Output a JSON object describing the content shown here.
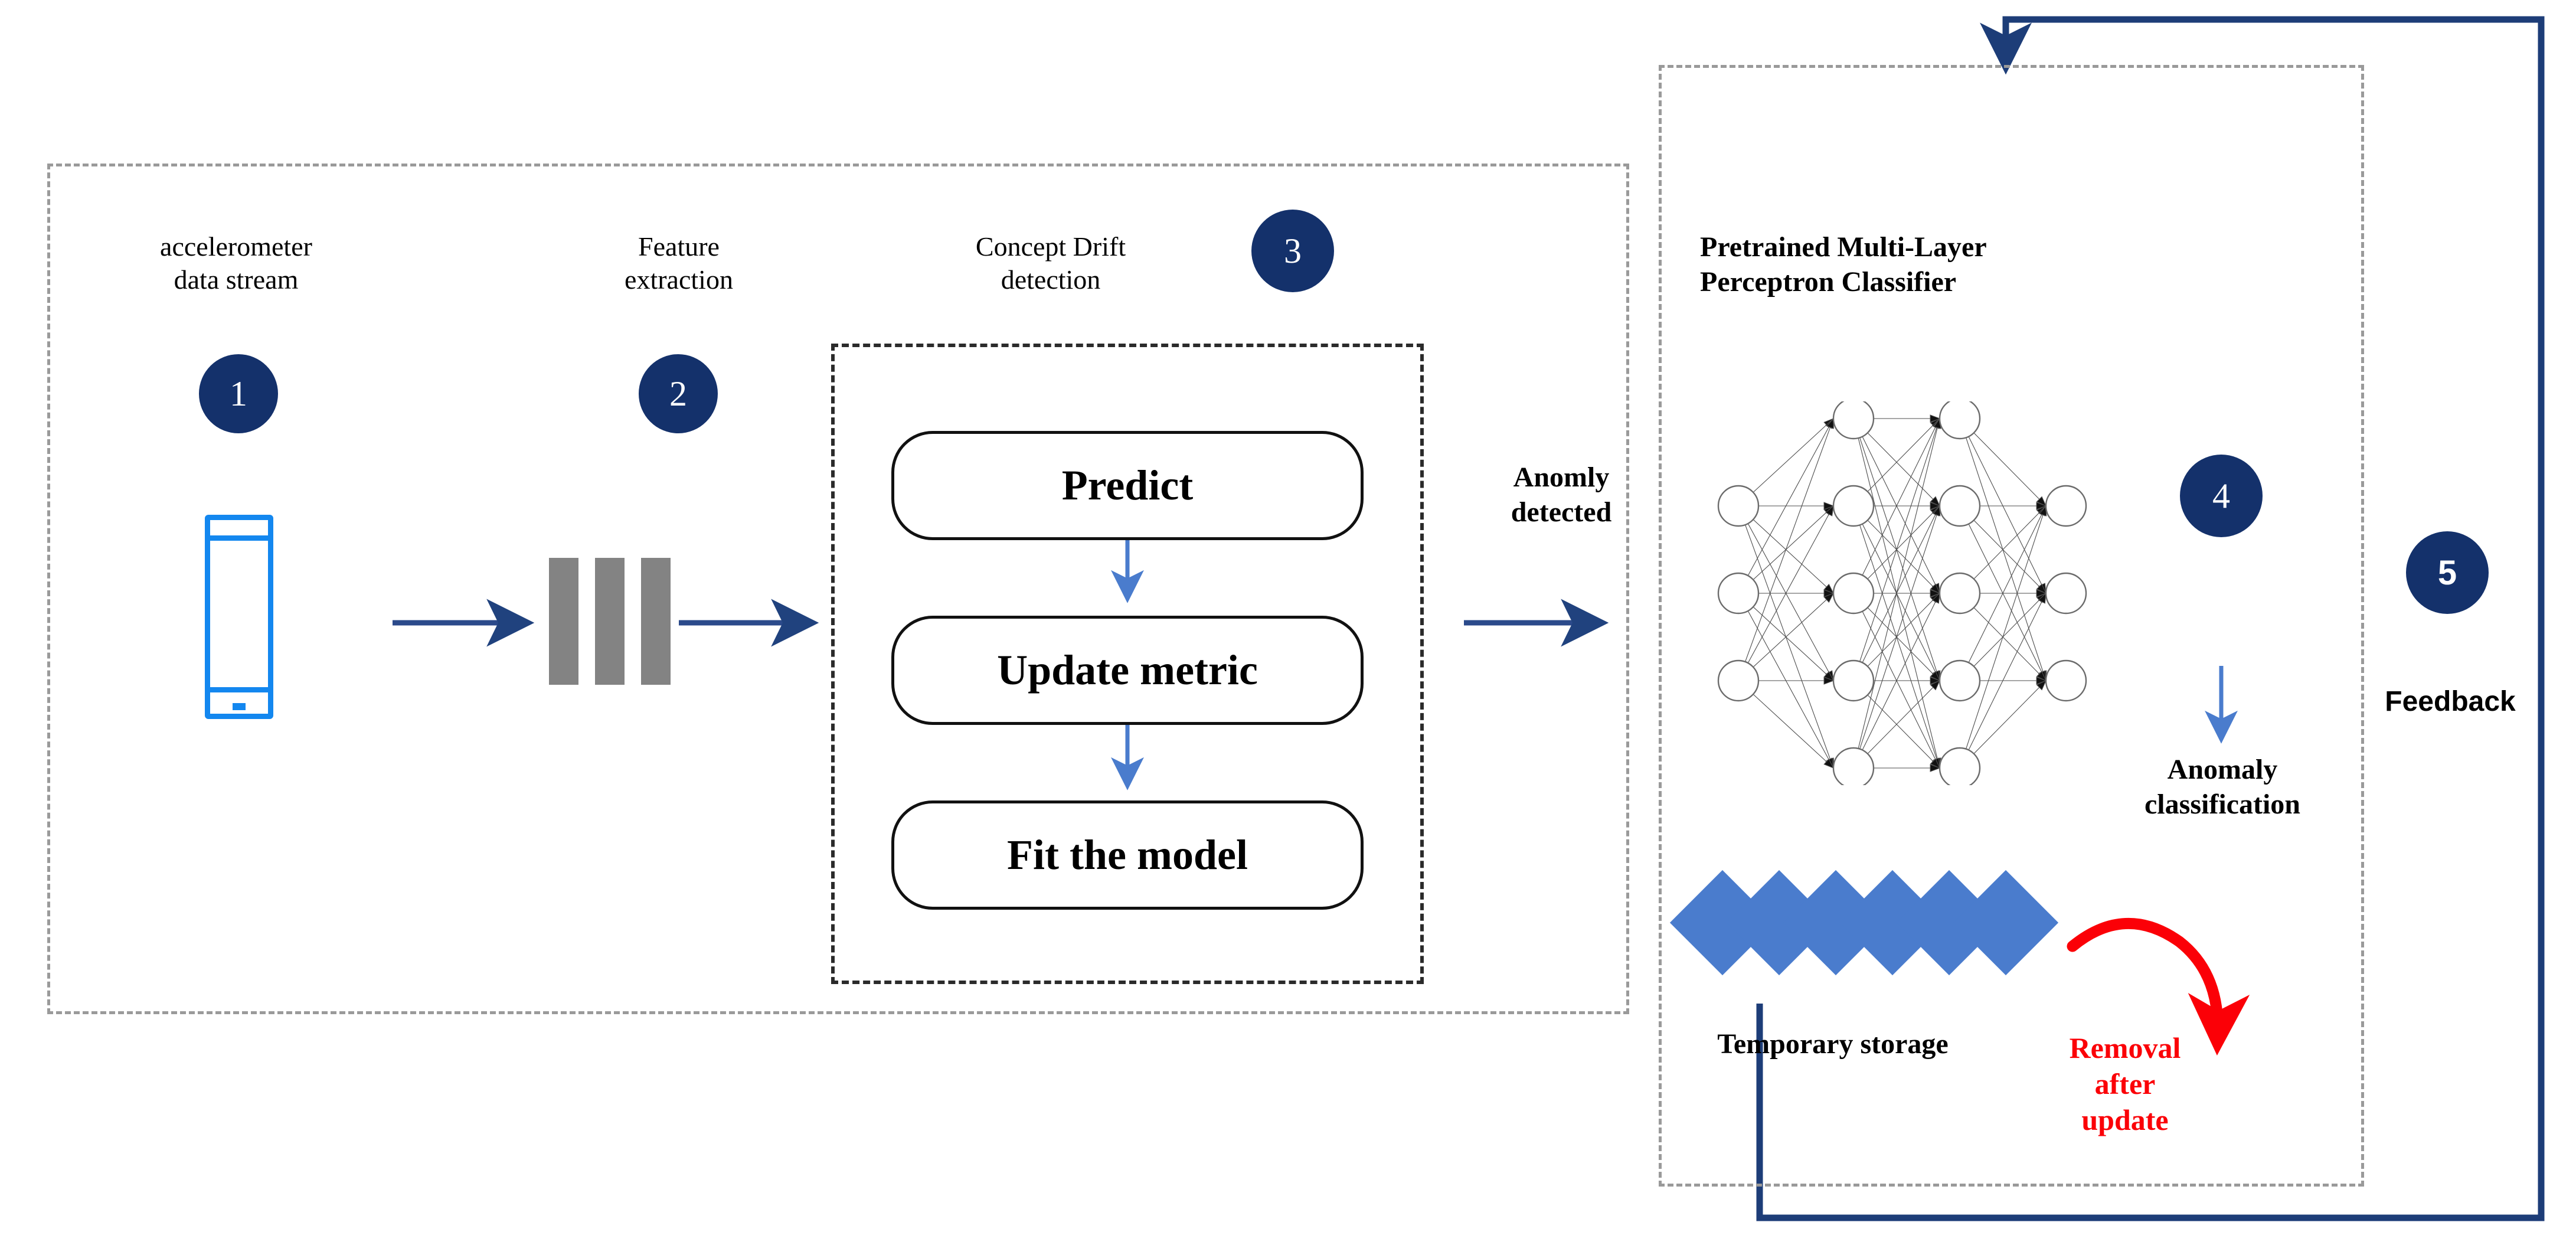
{
  "diagram": {
    "title": "Online concept-drift anomaly detection pipeline",
    "colors": {
      "badge_navy": "#14316b",
      "phone_blue": "#1387ef",
      "storage_blue": "#4a7ccd",
      "removal_red": "#fb0007",
      "arrow_navy": "#2b4a8b",
      "arrow_light_blue": "#4a7ccd",
      "dash_gray": "#9a9a9a",
      "bar_gray": "#838383"
    },
    "left_panel": {
      "name": "edge-processing-panel",
      "steps": [
        {
          "number": "1",
          "label": "accelerometer\ndata stream",
          "icon": "smartphone-icon"
        },
        {
          "number": "2",
          "label": "Feature\nextraction",
          "icon": "feature-bars-icon"
        },
        {
          "number": "3",
          "label": "Concept Drift\ndetection",
          "icon": "dashed-subprocess-box"
        }
      ],
      "drift_box": {
        "name": "concept-drift-detection-box",
        "stages": [
          "Predict",
          "Update  metric",
          "Fit the model"
        ]
      }
    },
    "transition": {
      "label": "Anomly\ndetected"
    },
    "right_panel": {
      "name": "classifier-panel",
      "title": "Pretrained Multi-Layer\nPerceptron Classifier",
      "network": {
        "name": "mlp-network-icon",
        "layer_sizes": [
          3,
          5,
          5,
          3
        ]
      },
      "storage": {
        "label": "Temporary storage",
        "diamond_count": 6
      },
      "removal": {
        "label": "Removal\nafter\nupdate"
      },
      "step": {
        "number": "4",
        "label": "Anomaly\nclassification"
      }
    },
    "feedback": {
      "number": "5",
      "label": "Feedback"
    }
  }
}
